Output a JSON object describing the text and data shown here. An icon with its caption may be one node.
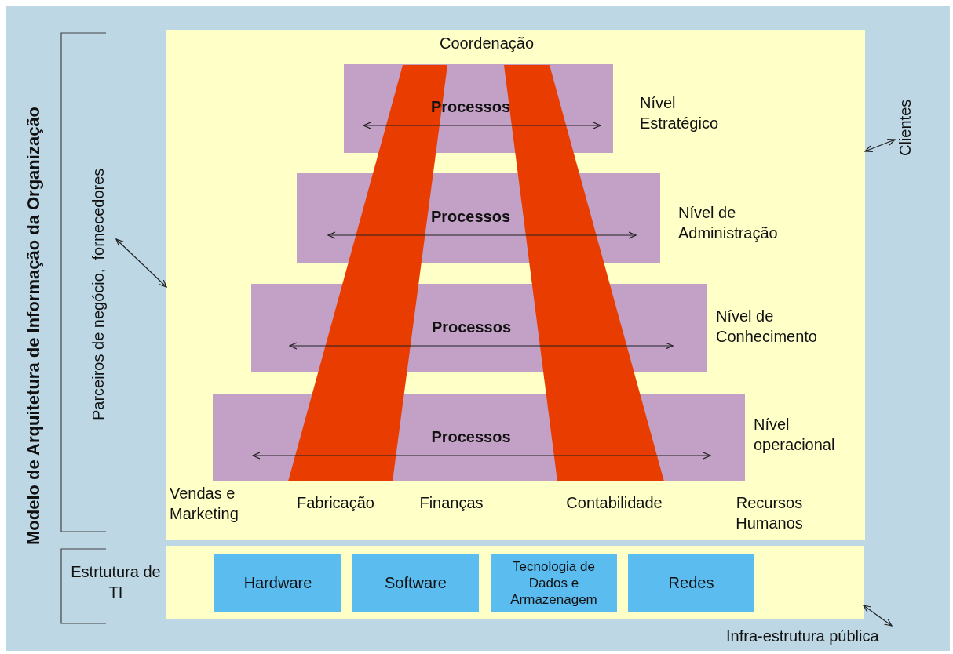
{
  "diagram": {
    "title": "Modelo de Arquitetura de Informação da Organização",
    "nodes": [
      {
        "text": [],
        "shape": "box"
      },
      {
        "text": [
          "Processos"
        ],
        "in": 0
      },
      {
        "text": [
          "Processos"
        ],
        "in": 0
      },
      {
        "text": [
          "Processos"
        ],
        "in": 0
      },
      {
        "text": [
          "Processos"
        ],
        "in": 0
      },
      {
        "text": [],
        "shape": "box"
      },
      {
        "text": [
          "Hardware"
        ],
        "in": 5
      },
      {
        "text": [
          "Software"
        ],
        "in": 5
      },
      {
        "text": [
          "Tecnologia de Dados e Armazenagem"
        ],
        "in": 5
      },
      {
        "text": [
          "Redes"
        ],
        "in": 5
      },
      {
        "text": [
          "Clientes"
        ]
      },
      {
        "text": [
          "Parceiros de negócio,  fornecedores"
        ]
      },
      {
        "text": [
          "Infra-estrutura pública"
        ]
      },
      {
        "text": [],
        "shape": "bar",
        "in": 0
      },
      {
        "text": [],
        "shape": "bar",
        "in": 0
      }
    ],
    "edges": [
      {
        "from": 11,
        "to": 0,
        "arrow": "both"
      },
      {
        "from": 0,
        "to": 10,
        "arrow": "both"
      },
      {
        "from": 5,
        "to": 12,
        "arrow": "both"
      }
    ],
    "labels": [
      "Coordenação",
      "Nível Estratégico",
      "Nível de Administração",
      "Nível de Conhecimento",
      "Nível operacional",
      "Vendas e Marketing",
      "Fabricação",
      "Finanças",
      "Contabilidade",
      "Recursos Humanos",
      "Estrtutura de TI"
    ]
  }
}
